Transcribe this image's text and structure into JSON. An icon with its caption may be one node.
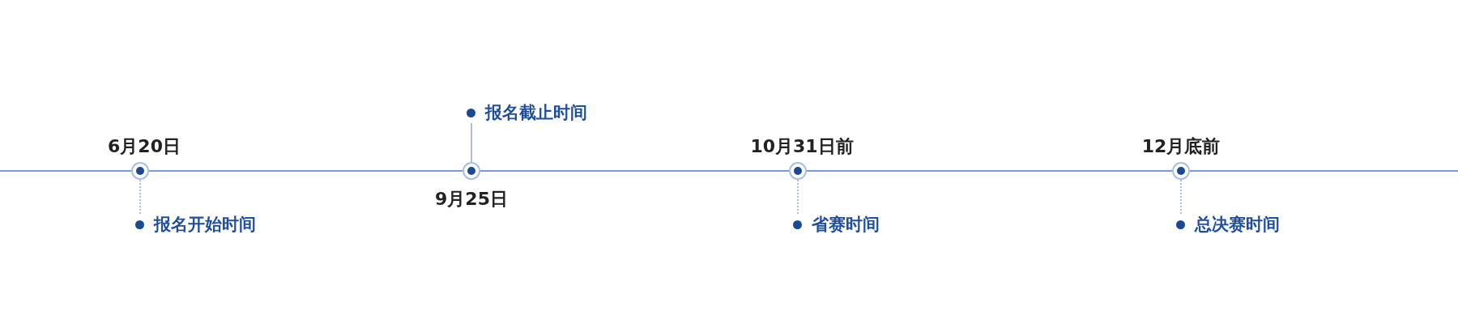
{
  "diagram": {
    "nodes": [
      {
        "text": [],
        "shape": "circle",
        "beside": [
          "6月20日"
        ]
      },
      {
        "text": [
          "报名开始时间"
        ]
      },
      {
        "text": [],
        "shape": "circle",
        "beside": [
          "9月25日"
        ]
      },
      {
        "text": [
          "报名截止时间"
        ]
      },
      {
        "text": [],
        "shape": "circle",
        "beside": [
          "10月31日前"
        ]
      },
      {
        "text": [
          "省赛时间"
        ]
      },
      {
        "text": [],
        "shape": "circle",
        "beside": [
          "12月底前"
        ]
      },
      {
        "text": [
          "总决赛时间"
        ]
      }
    ],
    "edges": [
      {
        "from": null,
        "to": 0,
        "arrow": "none"
      },
      {
        "from": 0,
        "to": 2,
        "arrow": "none"
      },
      {
        "from": 2,
        "to": 4,
        "arrow": "none"
      },
      {
        "from": 4,
        "to": 6,
        "arrow": "none"
      },
      {
        "from": 6,
        "to": null,
        "arrow": "none"
      },
      {
        "from": 0,
        "to": 1,
        "arrow": "none",
        "style": "dashed"
      },
      {
        "from": 2,
        "to": 3,
        "arrow": "none"
      },
      {
        "from": 4,
        "to": 5,
        "arrow": "none",
        "style": "dashed"
      },
      {
        "from": 6,
        "to": 7,
        "arrow": "none",
        "style": "dashed"
      }
    ]
  }
}
